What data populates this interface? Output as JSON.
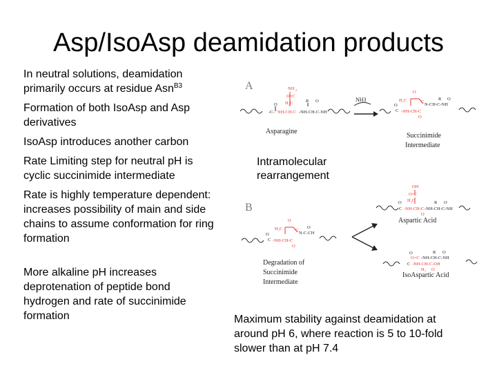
{
  "slide": {
    "title": "Asp/IsoAsp deamidation products",
    "bullets": [
      {
        "text": "In neutral solutions, deamidation primarily occurs at residue Asn",
        "sup": "B3"
      },
      {
        "text": "Formation of both IsoAsp and Asp derivatives"
      },
      {
        "text": "IsoAsp introduces another carbon"
      },
      {
        "text": "Rate Limiting step for neutral pH is cyclic succinimide intermediate"
      },
      {
        "text": "Rate is highly temperature dependent: increases possibility of main and side chains to assume conformation for ring formation"
      },
      {
        "text": "More alkaline pH increases deprotenation of peptide bond hydrogen and rate of succinimide formation"
      }
    ],
    "intramolecular_note": "Intramolecular rearrangement",
    "stability_note": "Maximum stability against deamidation at around pH 6, where reaction is 5 to 10-fold slower than at pH 7.4"
  },
  "figure": {
    "panel_a": {
      "label": "A",
      "left_caption": "Asparagine",
      "reagent": "NH3",
      "right_caption_line1": "Succinimide",
      "right_caption_line2": "Intermediate"
    },
    "panel_b": {
      "label": "B",
      "left_caption_line1": "Degradation of",
      "left_caption_line2": "Succinimide",
      "left_caption_line3": "Intermediate",
      "top_product": "Aspartic Acid",
      "bottom_product": "IsoAspartic Acid"
    },
    "colors": {
      "highlight": "#e8302a",
      "ink": "#222222",
      "label_gray": "#777777"
    }
  }
}
